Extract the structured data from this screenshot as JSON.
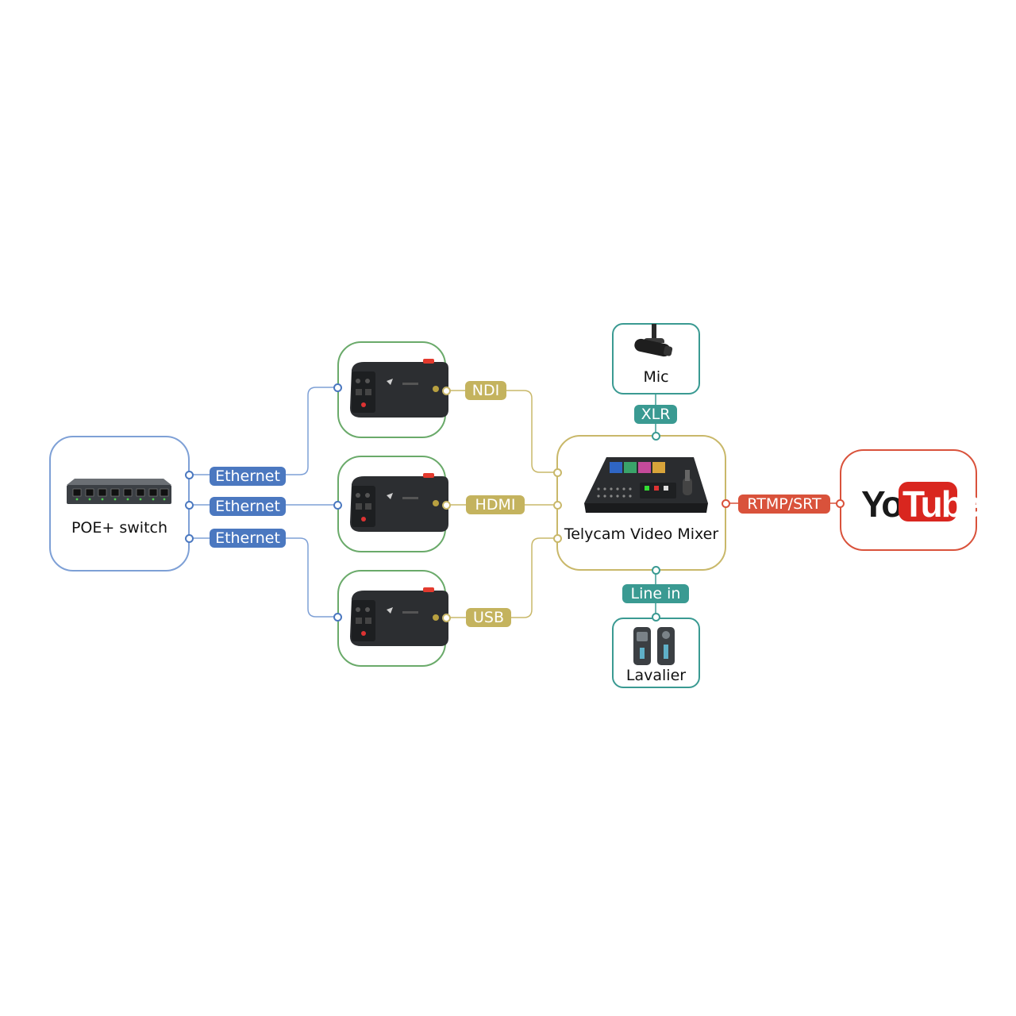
{
  "colors": {
    "blue": "#4b78c0",
    "blue_line": "#7ea0d6",
    "green": "#6aaa6a",
    "gold": "#c9b86a",
    "gold_pill": "#c4b35e",
    "teal": "#3a9a92",
    "red": "#d9523b",
    "youtube_red": "#d9261f"
  },
  "nodes": {
    "switch": {
      "label": "POE+ switch"
    },
    "mixer": {
      "label": "Telycam Video Mixer"
    },
    "mic": {
      "label": "Mic"
    },
    "lavalier": {
      "label": "Lavalier"
    },
    "youtube": {
      "text_you": "You",
      "text_tube": "Tube"
    },
    "cameras": [
      "camera-1",
      "camera-2",
      "camera-3"
    ]
  },
  "connections": {
    "ethernet_1": "Ethernet",
    "ethernet_2": "Ethernet",
    "ethernet_3": "Ethernet",
    "ndi": "NDI",
    "hdmi": "HDMI",
    "usb": "USB",
    "xlr": "XLR",
    "line_in": "Line in",
    "rtmp_srt": "RTMP/SRT"
  }
}
